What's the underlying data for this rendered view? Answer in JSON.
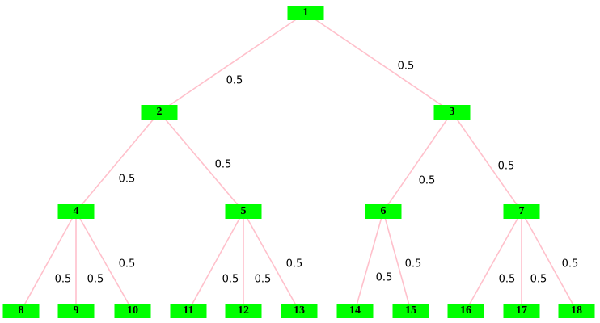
{
  "diagram": {
    "type": "tree",
    "background_color": "#ffffff",
    "node_fill_color": "#00ff00",
    "node_text_color": "#000000",
    "edge_color": "#ffc0cb",
    "edge_label_color": "#000000",
    "nodes": [
      {
        "id": "1",
        "label": "1"
      },
      {
        "id": "2",
        "label": "2"
      },
      {
        "id": "3",
        "label": "3"
      },
      {
        "id": "4",
        "label": "4"
      },
      {
        "id": "5",
        "label": "5"
      },
      {
        "id": "6",
        "label": "6"
      },
      {
        "id": "7",
        "label": "7"
      },
      {
        "id": "8",
        "label": "8"
      },
      {
        "id": "9",
        "label": "9"
      },
      {
        "id": "10",
        "label": "10"
      },
      {
        "id": "11",
        "label": "11"
      },
      {
        "id": "12",
        "label": "12"
      },
      {
        "id": "13",
        "label": "13"
      },
      {
        "id": "14",
        "label": "14"
      },
      {
        "id": "15",
        "label": "15"
      },
      {
        "id": "16",
        "label": "16"
      },
      {
        "id": "17",
        "label": "17"
      },
      {
        "id": "18",
        "label": "18"
      }
    ],
    "edges": [
      {
        "from": "1",
        "to": "2",
        "label": "0.5"
      },
      {
        "from": "1",
        "to": "3",
        "label": "0.5"
      },
      {
        "from": "2",
        "to": "4",
        "label": "0.5"
      },
      {
        "from": "2",
        "to": "5",
        "label": "0.5"
      },
      {
        "from": "3",
        "to": "6",
        "label": "0.5"
      },
      {
        "from": "3",
        "to": "7",
        "label": "0.5"
      },
      {
        "from": "4",
        "to": "8",
        "label": "0.5"
      },
      {
        "from": "4",
        "to": "9",
        "label": "0.5"
      },
      {
        "from": "4",
        "to": "10",
        "label": "0.5"
      },
      {
        "from": "5",
        "to": "11",
        "label": "0.5"
      },
      {
        "from": "5",
        "to": "12",
        "label": "0.5"
      },
      {
        "from": "5",
        "to": "13",
        "label": "0.5"
      },
      {
        "from": "6",
        "to": "14",
        "label": "0.5"
      },
      {
        "from": "6",
        "to": "15",
        "label": "0.5"
      },
      {
        "from": "7",
        "to": "16",
        "label": "0.5"
      },
      {
        "from": "7",
        "to": "17",
        "label": "0.5"
      },
      {
        "from": "7",
        "to": "18",
        "label": "0.5"
      }
    ]
  }
}
